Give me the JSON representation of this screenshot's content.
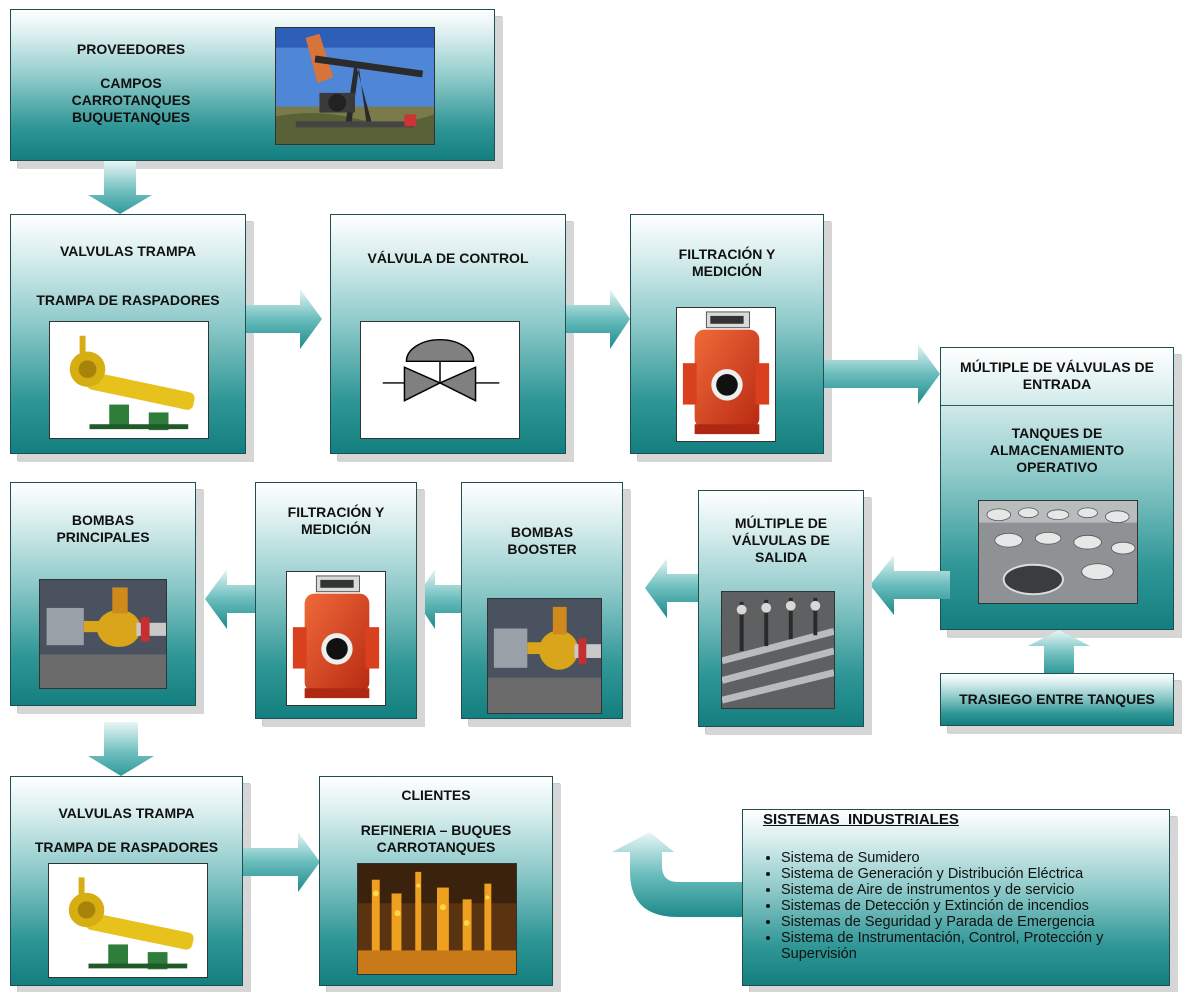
{
  "proveedores": {
    "title": "PROVEEDORES",
    "items": "CAMPOS\nCARROTANQUES\nBUQUETANQUES"
  },
  "valvulas_trampa_1": {
    "title": "VALVULAS TRAMPA",
    "subtitle": "TRAMPA DE RASPADORES"
  },
  "valvula_control": {
    "title": "VÁLVULA DE CONTROL"
  },
  "filtracion_1": {
    "title": "FILTRACIÓN Y\nMEDICIÓN"
  },
  "multiple_entrada": {
    "title": "MÚLTIPLE DE VÁLVULAS DE\nENTRADA",
    "subtitle": "TANQUES DE\nALMACENAMIENTO\nOPERATIVO"
  },
  "multiple_salida": {
    "title": "MÚLTIPLE DE\nVÁLVULAS DE\nSALIDA"
  },
  "bombas_booster": {
    "title": "BOMBAS\nBOOSTER"
  },
  "filtracion_2": {
    "title": "FILTRACIÓN Y\nMEDICIÓN"
  },
  "bombas_principales": {
    "title": "BOMBAS\nPRINCIPALES"
  },
  "trasiego": {
    "title": "TRASIEGO ENTRE TANQUES"
  },
  "valvulas_trampa_2": {
    "title": "VALVULAS TRAMPA",
    "subtitle": "TRAMPA DE RASPADORES"
  },
  "clientes": {
    "title": "CLIENTES",
    "subtitle": "REFINERIA – BUQUES\nCARROTANQUES"
  },
  "sistemas": {
    "title": "SISTEMAS  INDUSTRIALES",
    "items": [
      "Sistema de Sumidero",
      "Sistema de Generación y Distribución Eléctrica",
      "Sistema de Aire de instrumentos y de servicio",
      "Sistemas de Detección y Extinción de incendios",
      "Sistemas de Seguridad y Parada de Emergencia",
      "Sistema de Instrumentación, Control, Protección y Supervisión"
    ]
  },
  "colors": {
    "box_top": "#ffffff",
    "box_bottom": "#147f80",
    "arrow": "#3aa3a3"
  }
}
